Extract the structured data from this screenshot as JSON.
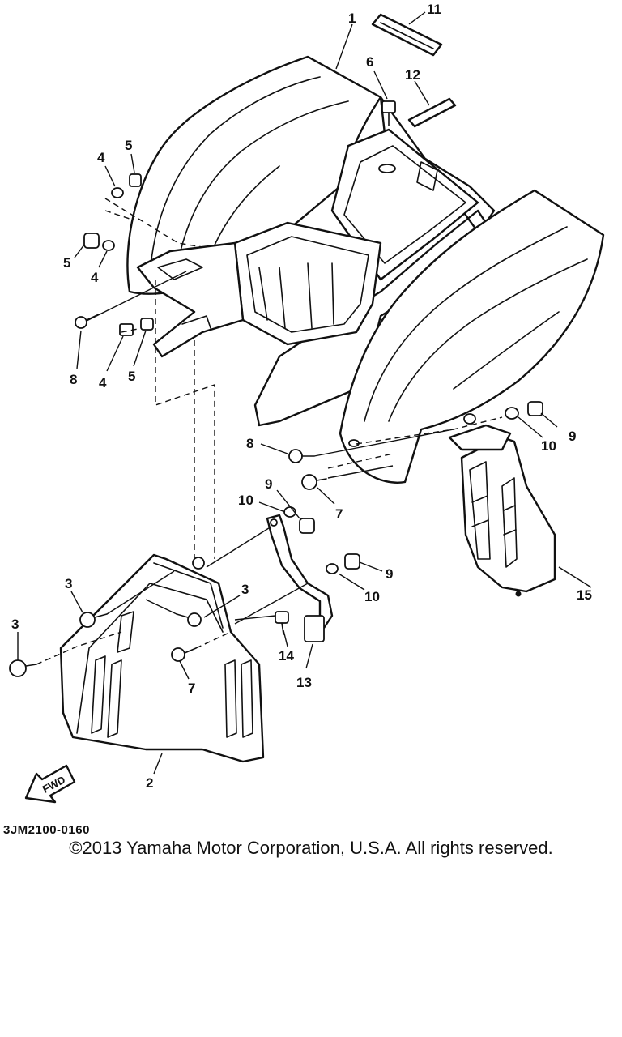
{
  "diagram": {
    "code": "3JM2100-0160",
    "fwd_label": "FWD",
    "copyright": "©2013 Yamaha Motor Corporation, U.S.A. All rights reserved.",
    "callouts": [
      {
        "id": "c1",
        "label": "1"
      },
      {
        "id": "c11",
        "label": "11"
      },
      {
        "id": "c6",
        "label": "6"
      },
      {
        "id": "c12",
        "label": "12"
      },
      {
        "id": "c4a",
        "label": "4"
      },
      {
        "id": "c5a",
        "label": "5"
      },
      {
        "id": "c5b",
        "label": "5"
      },
      {
        "id": "c4b",
        "label": "4"
      },
      {
        "id": "c8a",
        "label": "8"
      },
      {
        "id": "c4c",
        "label": "4"
      },
      {
        "id": "c5c",
        "label": "5"
      },
      {
        "id": "c8b",
        "label": "8"
      },
      {
        "id": "c9a",
        "label": "9"
      },
      {
        "id": "c10a",
        "label": "10"
      },
      {
        "id": "c9b",
        "label": "9"
      },
      {
        "id": "c10b",
        "label": "10"
      },
      {
        "id": "c7a",
        "label": "7"
      },
      {
        "id": "c9c",
        "label": "9"
      },
      {
        "id": "c10c",
        "label": "10"
      },
      {
        "id": "c3a",
        "label": "3"
      },
      {
        "id": "c3b",
        "label": "3"
      },
      {
        "id": "c3c",
        "label": "3"
      },
      {
        "id": "c7b",
        "label": "7"
      },
      {
        "id": "c14",
        "label": "14"
      },
      {
        "id": "c13",
        "label": "13"
      },
      {
        "id": "c15",
        "label": "15"
      },
      {
        "id": "c2",
        "label": "2"
      }
    ]
  }
}
